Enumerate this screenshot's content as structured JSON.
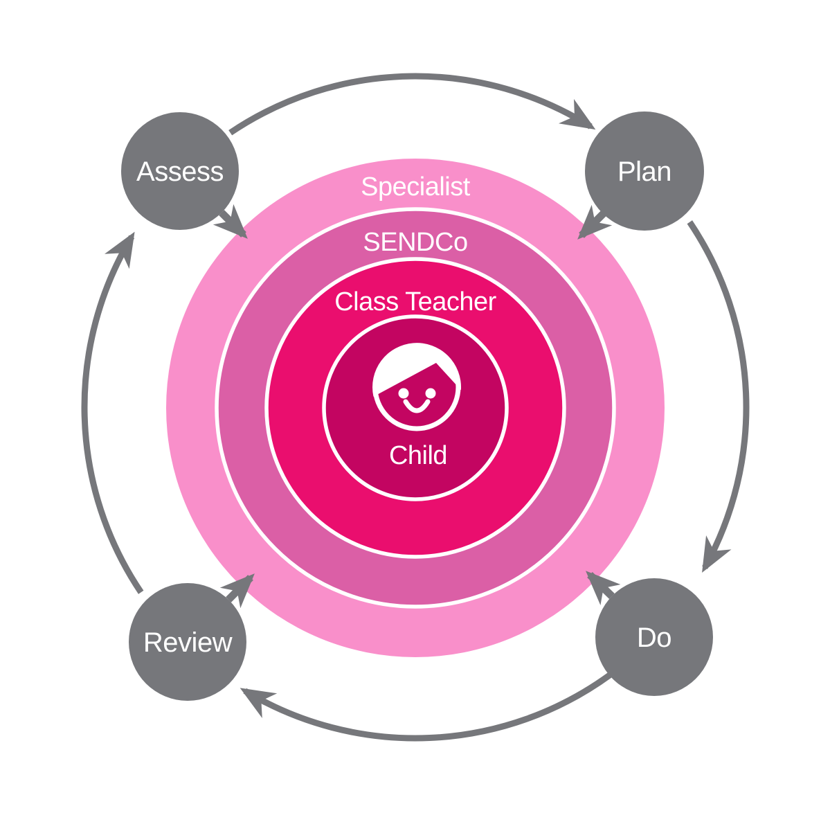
{
  "diagram": {
    "name": "graduated-approach-cycle",
    "rings": [
      {
        "label": "Specialist",
        "color": "#F98FCA"
      },
      {
        "label": "SENDCo",
        "color": "#DB5FA6"
      },
      {
        "label": "Class Teacher",
        "color": "#EA0E6E"
      },
      {
        "label": "Child",
        "color": "#C30561"
      }
    ],
    "steps": [
      {
        "label": "Assess"
      },
      {
        "label": "Plan"
      },
      {
        "label": "Do"
      },
      {
        "label": "Review"
      }
    ],
    "colors": {
      "step_circle": "#76777B",
      "arrow": "#76777B",
      "label_text": "#FFFFFF",
      "ring_divider": "#FFFFFF",
      "icon": "#FFFFFF",
      "background": "#FFFFFF"
    },
    "icon": {
      "name": "child-face-icon"
    }
  }
}
